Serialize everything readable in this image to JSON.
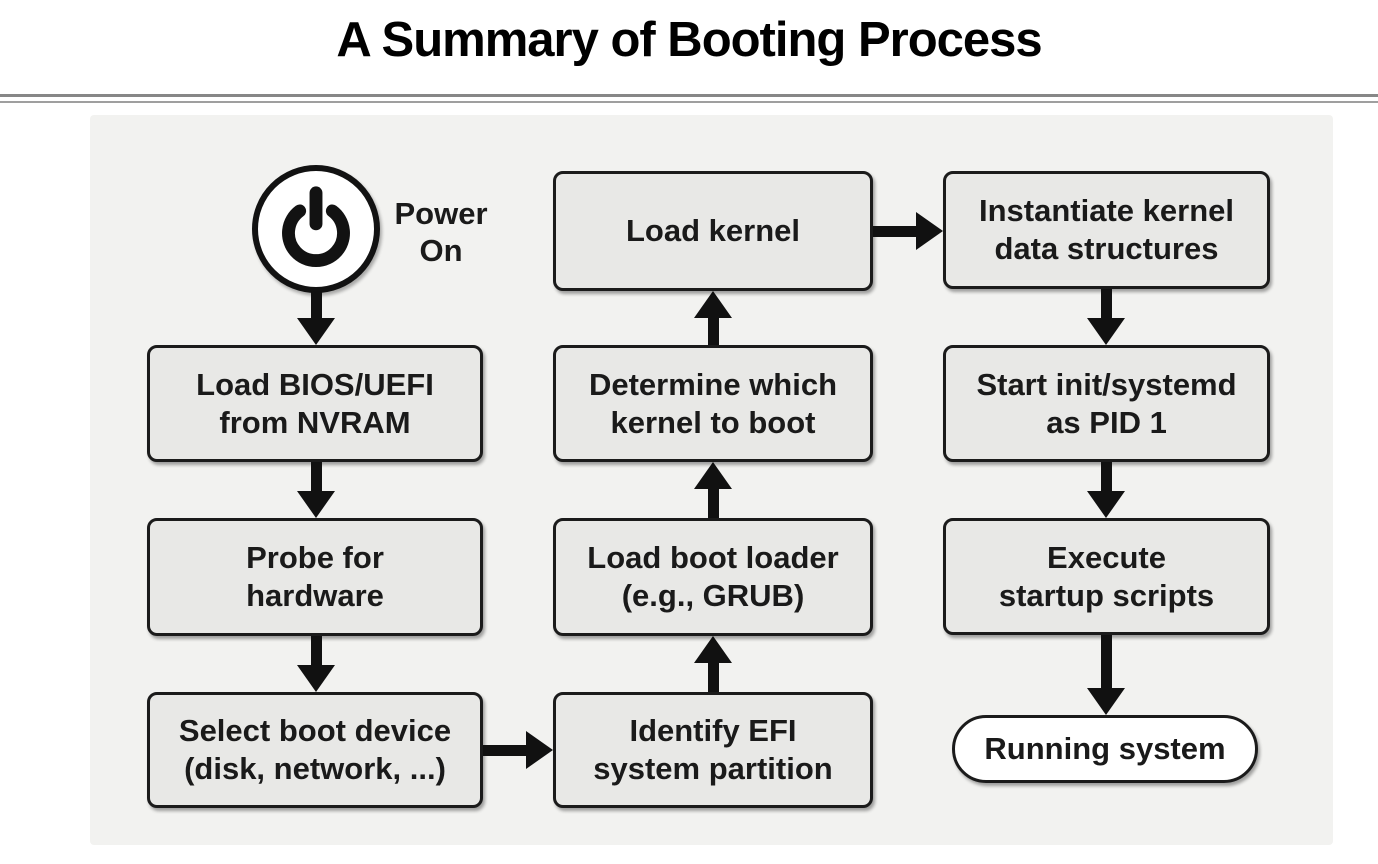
{
  "title": "A Summary of Booting Process",
  "colors": {
    "canvas_bg": "#f2f2f0",
    "box_fill": "#e8e8e6",
    "box_border": "#1b1b1b",
    "arrow": "#111111",
    "terminal_fill": "#ffffff",
    "text": "#1a1a1a"
  },
  "power": {
    "icon": "power-icon",
    "label_lines": [
      "Power",
      "On"
    ]
  },
  "nodes": {
    "load_bios": {
      "lines": [
        "Load BIOS/UEFI",
        "from NVRAM"
      ]
    },
    "probe_hardware": {
      "lines": [
        "Probe for",
        "hardware"
      ]
    },
    "select_boot_device": {
      "lines": [
        "Select boot device",
        "(disk, network, ...)"
      ]
    },
    "identify_efi": {
      "lines": [
        "Identify EFI",
        "system partition"
      ]
    },
    "load_boot_loader": {
      "lines": [
        "Load boot loader",
        "(e.g., GRUB)"
      ]
    },
    "determine_kernel": {
      "lines": [
        "Determine which",
        "kernel to boot"
      ]
    },
    "load_kernel": {
      "lines": [
        "Load kernel"
      ]
    },
    "instantiate_kernel": {
      "lines": [
        "Instantiate kernel",
        "data structures"
      ]
    },
    "start_init": {
      "lines": [
        "Start init/systemd",
        "as PID 1"
      ]
    },
    "execute_startup": {
      "lines": [
        "Execute",
        "startup scripts"
      ]
    },
    "running_system": {
      "lines": [
        "Running system"
      ]
    }
  }
}
